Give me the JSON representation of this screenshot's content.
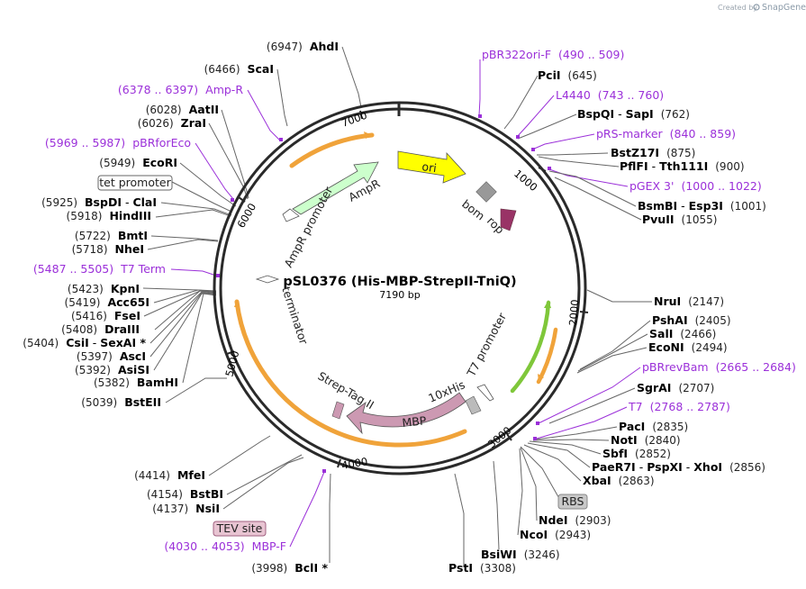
{
  "header": {
    "created_by": "Created by",
    "brand": "SnapGene"
  },
  "plasmid": {
    "name": "pSL0376 (His-MBP-StrepII-TniQ)",
    "size": "7190 bp"
  },
  "ticks": [
    "1000",
    "2000",
    "3000",
    "4000",
    "5000",
    "6000",
    "7000"
  ],
  "features": {
    "ori": "ori",
    "bom": "bom",
    "rop": "rop",
    "ampr": "AmpR",
    "ampr_promoter": "AmpR promoter",
    "t7_promoter": "T7 promoter",
    "his": "10xHis",
    "mbp": "MBP",
    "strep": "Strep-Tag II",
    "terminator": "terminator"
  },
  "boxed": {
    "tet": "tet promoter",
    "rbs": "RBS",
    "tev": "TEV site"
  },
  "sites": [
    {
      "num": "(6947)",
      "name": "AhdI"
    },
    {
      "num": "(6466)",
      "name": "ScaI"
    },
    {
      "num": "(6378 .. 6397)",
      "name": "Amp-R"
    },
    {
      "num": "(6028)",
      "name": "AatII"
    },
    {
      "num": "(6026)",
      "name": "ZraI"
    },
    {
      "num": "(5969 .. 5987)",
      "name": "pBRforEco"
    },
    {
      "num": "(5949)",
      "name": "EcoRI"
    },
    {
      "num": "(5925)",
      "name": "BspDI",
      "dash": " - ",
      "name2": "ClaI"
    },
    {
      "num": "(5918)",
      "name": "HindIII"
    },
    {
      "num": "(5722)",
      "name": "BmtI"
    },
    {
      "num": "(5718)",
      "name": "NheI"
    },
    {
      "num": "(5487 .. 5505)",
      "name": "T7 Term"
    },
    {
      "num": "(5423)",
      "name": "KpnI"
    },
    {
      "num": "(5419)",
      "name": "Acc65I"
    },
    {
      "num": "(5416)",
      "name": "FseI"
    },
    {
      "num": "(5408)",
      "name": "DraIII"
    },
    {
      "num": "(5404)",
      "name": "CsiI",
      "dash": " - ",
      "name2": "SexAI *"
    },
    {
      "num": "(5397)",
      "name": "AscI"
    },
    {
      "num": "(5392)",
      "name": "AsiSI"
    },
    {
      "num": "(5382)",
      "name": "BamHI"
    },
    {
      "num": "(5039)",
      "name": "BstEII"
    },
    {
      "num": "(4414)",
      "name": "MfeI"
    },
    {
      "num": "(4154)",
      "name": "BstBI"
    },
    {
      "num": "(4137)",
      "name": "NsiI"
    },
    {
      "num": "(4030 .. 4053)",
      "name": "MBP-F"
    },
    {
      "num": "(3998)",
      "name": "BclI *"
    },
    {
      "name": "pBR322ori-F",
      "num": "(490 .. 509)"
    },
    {
      "name": "PciI",
      "num": "(645)"
    },
    {
      "name": "L4440",
      "num": "(743 .. 760)"
    },
    {
      "name": "BspQI",
      "dash": " - ",
      "name2": "SapI",
      "num": "(762)"
    },
    {
      "name": "pRS-marker",
      "num": "(840 .. 859)"
    },
    {
      "name": "BstZ17I",
      "num": "(875)"
    },
    {
      "name": "PflFI",
      "dash": " - ",
      "name2": "Tth111I",
      "num": "(900)"
    },
    {
      "name": "pGEX 3'",
      "num": "(1000 .. 1022)"
    },
    {
      "name": "BsmBI",
      "dash": " - ",
      "name2": "Esp3I",
      "num": "(1001)"
    },
    {
      "name": "PvuII",
      "num": "(1055)"
    },
    {
      "name": "NruI",
      "num": "(2147)"
    },
    {
      "name": "PshAI",
      "num": "(2405)"
    },
    {
      "name": "SalI",
      "num": "(2466)"
    },
    {
      "name": "EcoNI",
      "num": "(2494)"
    },
    {
      "name": "pBRrevBam",
      "num": "(2665 .. 2684)"
    },
    {
      "name": "SgrAI",
      "num": "(2707)"
    },
    {
      "name": "T7",
      "num": "(2768 .. 2787)"
    },
    {
      "name": "PacI",
      "num": "(2835)"
    },
    {
      "name": "NotI",
      "num": "(2840)"
    },
    {
      "name": "SbfI",
      "num": "(2852)"
    },
    {
      "name": "PaeR7I",
      "dash": " - ",
      "name2": "PspXI",
      "dash2": " - ",
      "name3": "XhoI",
      "num": "(2856)"
    },
    {
      "name": "XbaI",
      "num": "(2863)"
    },
    {
      "name": "NdeI",
      "num": "(2903)"
    },
    {
      "name": "NcoI",
      "num": "(2943)"
    },
    {
      "name": "BsiWI",
      "num": "(3246)"
    },
    {
      "name": "PstI",
      "num": "(3308)"
    }
  ],
  "colors": {
    "backbone": "#2a2a2a",
    "primer": "#9b30d9",
    "ori": "#ffff00",
    "ampr": "#ccffcc",
    "rop": "#993366",
    "bom": "#999999",
    "mbp": "#cc99b2",
    "orange_arc": "#f0a33a",
    "green_arc": "#7fc73a",
    "tev_box": "#e8c4d2",
    "rbs_box": "#c8c8c8"
  }
}
